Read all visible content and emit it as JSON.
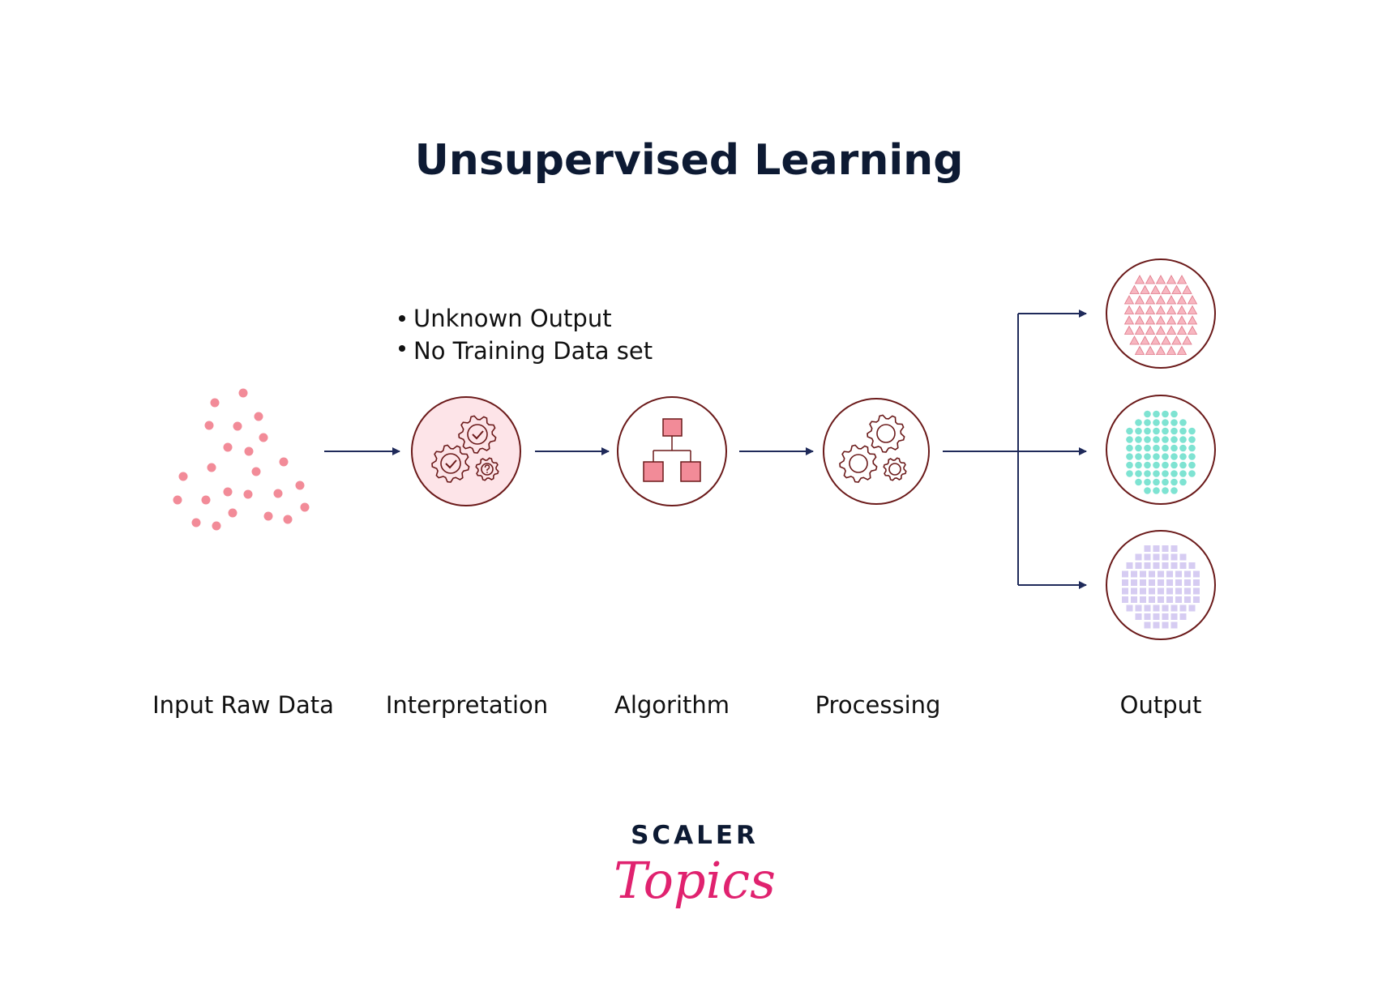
{
  "title": "Unsupervised Learning",
  "notes": [
    "Unknown Output",
    "No Training Data set"
  ],
  "stages": {
    "input": "Input Raw Data",
    "interpretation": "Interpretation",
    "algorithm": "Algorithm",
    "processing": "Processing",
    "output": "Output"
  },
  "logo": {
    "top": "SCALER",
    "bottom": "Topics"
  },
  "colors": {
    "navy": "#1f2a5a",
    "circle_border": "#6b1a1a",
    "pink_fill": "#fde4e8",
    "pink_mark": "#f28b98",
    "teal": "#7ee3d2",
    "lavender": "#d6ccf2",
    "logo_accent": "#e0226f"
  },
  "icons": {
    "input": "scattered-dots",
    "interpretation": "gears-with-check-and-question-icon",
    "algorithm": "hierarchy-flowchart-icon",
    "processing": "gears-icon",
    "output_clusters": [
      "triangle-cluster-icon",
      "circle-cluster-icon",
      "square-cluster-icon"
    ]
  }
}
